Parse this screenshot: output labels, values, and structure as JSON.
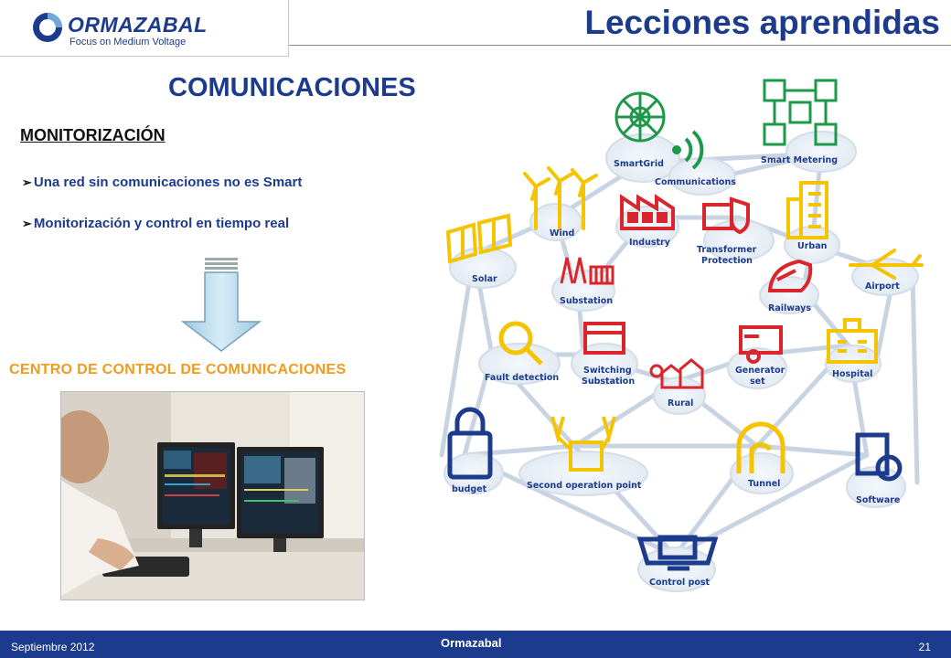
{
  "header": {
    "logo_word": "ORMAZABAL",
    "logo_tagline": "Focus on Medium Voltage",
    "slide_title": "Lecciones aprendidas"
  },
  "content": {
    "section_title": "COMUNICACIONES",
    "subtitle": "MONITORIZACIÓN",
    "bullets": [
      "Una red sin comunicaciones no es Smart",
      "Monitorización y control en tiempo real"
    ],
    "bullet_marker": "➢",
    "control_center_title": "CENTRO DE CONTROL DE COMUNICACIONES"
  },
  "diagram": {
    "nodes": [
      {
        "label": "SmartGrid"
      },
      {
        "label": "Communications"
      },
      {
        "label": "Smart Metering"
      },
      {
        "label": "Wind"
      },
      {
        "label": "Industry"
      },
      {
        "label": "Transformer"
      },
      {
        "label": "Protection"
      },
      {
        "label": "Urban"
      },
      {
        "label": "Solar"
      },
      {
        "label": "Substation"
      },
      {
        "label": "Railways"
      },
      {
        "label": "Airport"
      },
      {
        "label": "Fault detection"
      },
      {
        "label": "Switching"
      },
      {
        "label": "Substation"
      },
      {
        "label": "Rural"
      },
      {
        "label": "Generator"
      },
      {
        "label": "set"
      },
      {
        "label": "Hospital"
      },
      {
        "label": "budget"
      },
      {
        "label": "Second operation point"
      },
      {
        "label": "Tunnel"
      },
      {
        "label": "Software"
      },
      {
        "label": "Control post"
      }
    ]
  },
  "footer": {
    "date": "Septiembre  2012",
    "brand": "Ormazabal",
    "page": "21"
  },
  "colors": {
    "brand_blue": "#1d3b8c",
    "orange": "#f09a1e",
    "icon_green": "#1c9a4a",
    "icon_red": "#d9262c",
    "icon_yellow": "#f5c400",
    "icon_navy": "#1d3b8c"
  }
}
